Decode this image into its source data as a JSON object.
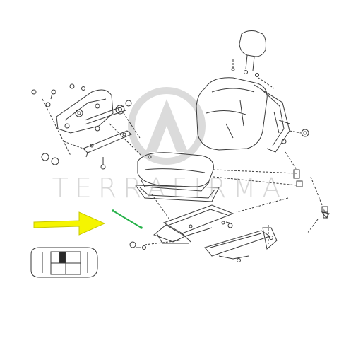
{
  "watermark": {
    "text": "TERRAFIRMA",
    "color": "#9a9a9a"
  },
  "diagram": {
    "line_color": "#3a3a3a",
    "highlighted_part": {
      "name": "seat-spring-rod",
      "color": "#27b24a"
    },
    "callout_arrow": {
      "color": "#f5f500",
      "outline": "#c8c800"
    },
    "location_icon": {
      "filled_cell": "driver-seat-position"
    }
  }
}
